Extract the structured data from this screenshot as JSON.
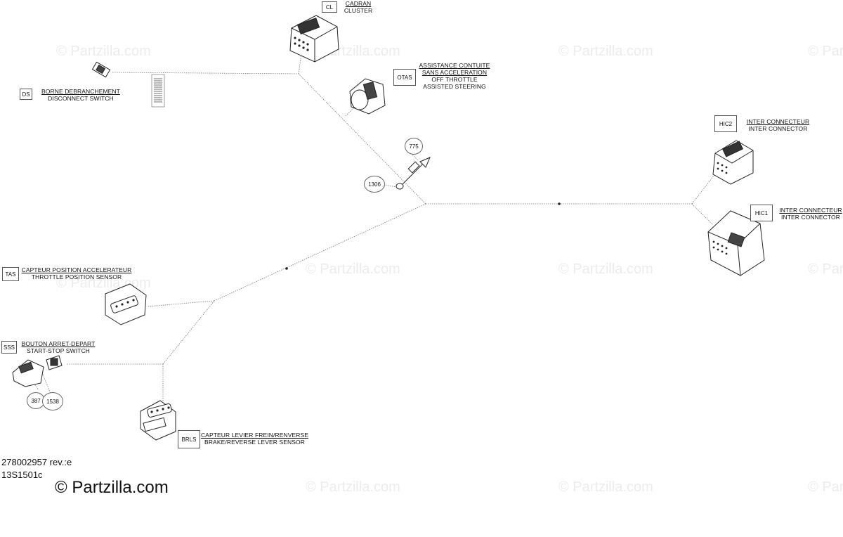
{
  "labels": {
    "cluster": {
      "code": "CL",
      "fr": "CADRAN",
      "en": "CLUSTER"
    },
    "off_throttle": {
      "code": "OTAS",
      "fr1": "ASSISTANCE CONTUITE",
      "fr2": "SANS ACCELERATION",
      "en1": "OFF THROTTLE",
      "en2": "ASSISTED STEERING"
    },
    "disconnect": {
      "code": "DS",
      "fr": "BORNE DEBRANCHEMENT",
      "en": "DISCONNECT SWITCH"
    },
    "hic2": {
      "code": "HIC2",
      "fr": "INTER CONNECTEUR",
      "en": "INTER CONNECTOR"
    },
    "hic1": {
      "code": "HIC1",
      "fr": "INTER CONNECTEUR",
      "en": "INTER CONNECTOR"
    },
    "throttle": {
      "code": "TAS",
      "fr": "CAPTEUR POSITION ACCELERATEUR",
      "en": "THROTTLE POSITION SENSOR"
    },
    "start_stop": {
      "code": "SSS",
      "fr": "BOUTON ARRET-DEPART",
      "en": "START-STOP SWITCH"
    },
    "brake": {
      "code": "BRLS",
      "fr": "CAPTEUR LEVIER FREIN/RENVERSE",
      "en": "BRAKE/REVERSE LEVER SENSOR"
    }
  },
  "callouts": {
    "c775": "775",
    "c1306": "1306",
    "c387": "387",
    "c1538": "1538"
  },
  "footer": {
    "part_number": "278002957 rev.:e",
    "drawing": "13S1501c"
  },
  "watermark": {
    "text": "© Partzilla.com"
  },
  "brand": {
    "text": "© Partzilla.com"
  }
}
